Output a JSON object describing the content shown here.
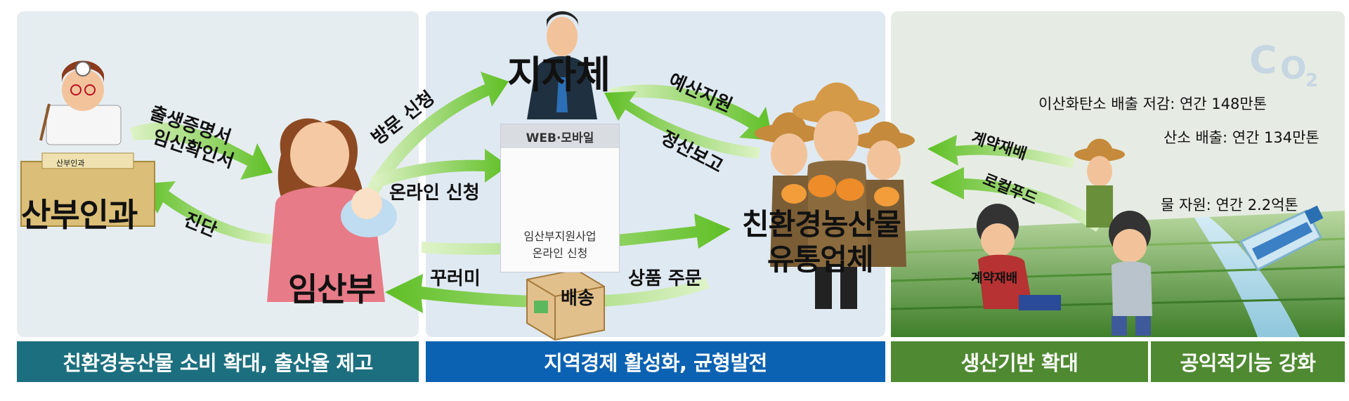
{
  "nodes": {
    "clinic": "산부인과",
    "mother": "임산부",
    "government": "지자체",
    "distributor_line1": "친환경농산물",
    "distributor_line2": "유통업체"
  },
  "arrows": {
    "certificate_line1": "출생증명서",
    "certificate_line2": "임신확인서",
    "diagnosis": "진단",
    "visit_apply": "방문 신청",
    "online_apply": "온라인 신청",
    "package": "꾸러미",
    "budget_support": "예산지원",
    "settlement_report": "정산보고",
    "product_order": "상품 주문",
    "delivery": "배송",
    "contract_farming": "계약재배",
    "local_food": "로컬푸드",
    "contract_farming_field": "계약재배"
  },
  "web_panel": {
    "header": "WEB·모바일",
    "caption_line1": "임산부지원사업",
    "caption_line2": "온라인 신청"
  },
  "clinic_sign": "산부인과",
  "environment": {
    "co2_c": "C",
    "co2_o": "O",
    "co2_2": "2",
    "co2_reduction": "이산화탄소 배출 저감: 연간 148만톤",
    "oxygen": "산소 배출: 연간 134만톤",
    "water": "물 자원: 연간 2.2억톤"
  },
  "bottom_bars": {
    "bar1": "친환경농산물 소비 확대, 출산율 제고",
    "bar2": "지역경제 활성화, 균형발전",
    "bar3": "생산기반 확대",
    "bar4": "공익적기능 강화"
  },
  "colors": {
    "arrow_green": "#6cc62d",
    "bar_teal": "#1c6f7f",
    "bar_blue": "#0c62b2",
    "bar_green": "#4f8a32"
  }
}
